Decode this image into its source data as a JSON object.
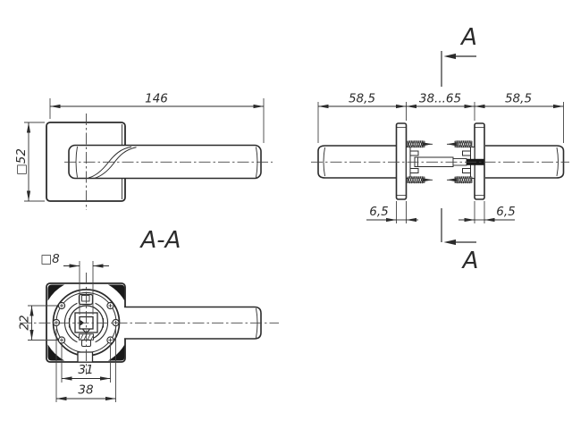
{
  "drawing": {
    "type": "technical-drawing",
    "subject": "door-handle-with-square-rose",
    "background": "#ffffff",
    "line_color": "#2b2b2b",
    "labels": {
      "front": {
        "length": "146",
        "rose_size": "□52"
      },
      "side": {
        "left_offset": "58,5",
        "door_thickness": "38...65",
        "right_offset": "58,5",
        "rose_left": "6,5",
        "rose_right": "6,5",
        "section_top": "A",
        "section_bottom": "A"
      },
      "section": {
        "title": "A-A",
        "spindle": "□8",
        "vertical_spacing": "22",
        "hole_spacing_inner": "31",
        "hole_spacing_outer": "38"
      }
    }
  }
}
